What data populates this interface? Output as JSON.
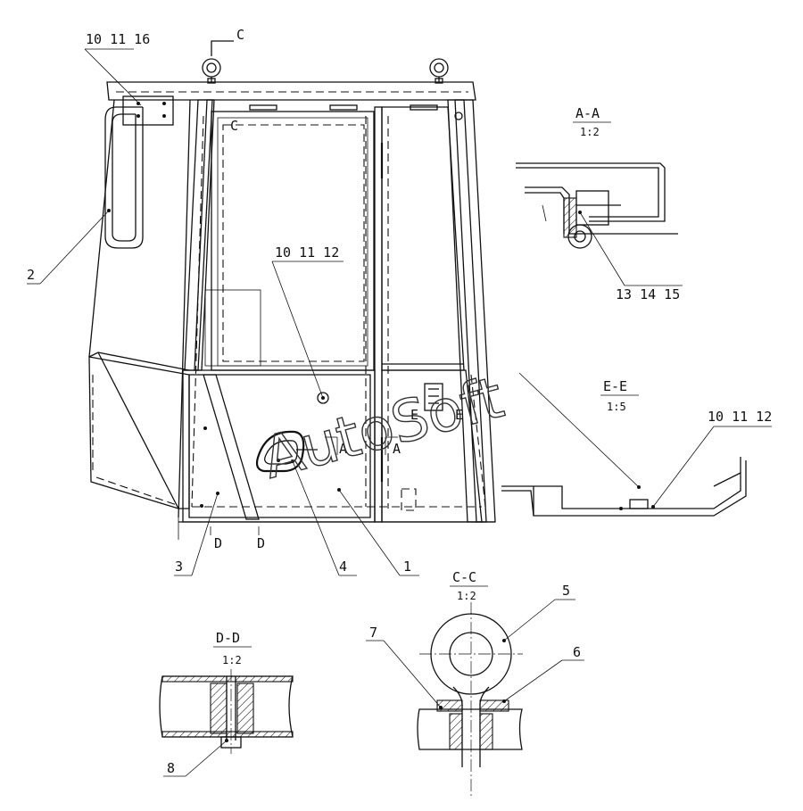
{
  "watermark": "AutoSoft",
  "callouts": {
    "c1": "1",
    "c2": "2",
    "c3": "3",
    "c4": "4",
    "c5": "5",
    "c6": "6",
    "c7": "7",
    "c8": "8",
    "c10_11_16": "10 11 16",
    "c10_11_12_door": "10 11 12",
    "c10_11_12_ee": "10 11 12",
    "c13_14_15": "13 14 15"
  },
  "section_marks": {
    "c_top": "C",
    "c_inner": "C",
    "a1": "A",
    "a2": "A",
    "e1": "E",
    "e2": "E",
    "d1": "D",
    "d2": "D"
  },
  "sections": {
    "aa": {
      "name": "A-A",
      "scale": "1:2"
    },
    "ee": {
      "name": "E-E",
      "scale": "1:5"
    },
    "cc": {
      "name": "C-C",
      "scale": "1:2"
    },
    "dd": {
      "name": "D-D",
      "scale": "1:2"
    }
  },
  "icons": [
    "lifting-eye-icon",
    "bolt-icon"
  ]
}
